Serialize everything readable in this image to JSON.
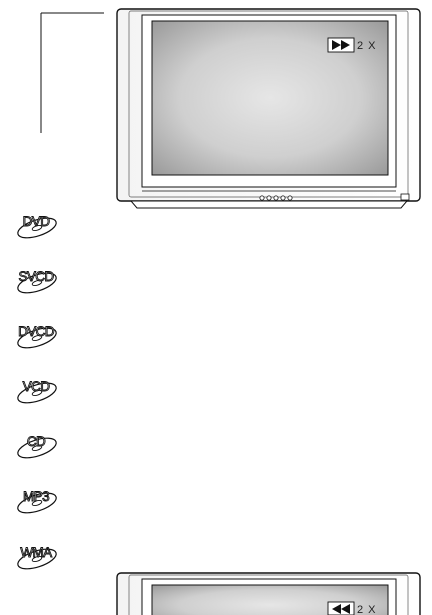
{
  "top_tv": {
    "osd_speed": "2 X",
    "osd_icon": "fast-forward-icon"
  },
  "bottom_tv": {
    "osd_speed": "2 X",
    "osd_icon": "rewind-icon"
  },
  "discs": [
    {
      "label": "DVD",
      "icon": "disc-icon"
    },
    {
      "label": "SVCD",
      "icon": "disc-icon"
    },
    {
      "label": "DVCD",
      "icon": "disc-icon"
    },
    {
      "label": "VCD",
      "icon": "disc-icon"
    },
    {
      "label": "CD",
      "icon": "disc-icon"
    },
    {
      "label": "MP3",
      "icon": "disc-icon"
    },
    {
      "label": "WMA",
      "icon": "disc-icon"
    }
  ],
  "colors": {
    "outline": "#111111",
    "screen_dark": "#9a9a9a",
    "screen_light": "#e4e4e4",
    "disc_fill": "#ffffff"
  }
}
